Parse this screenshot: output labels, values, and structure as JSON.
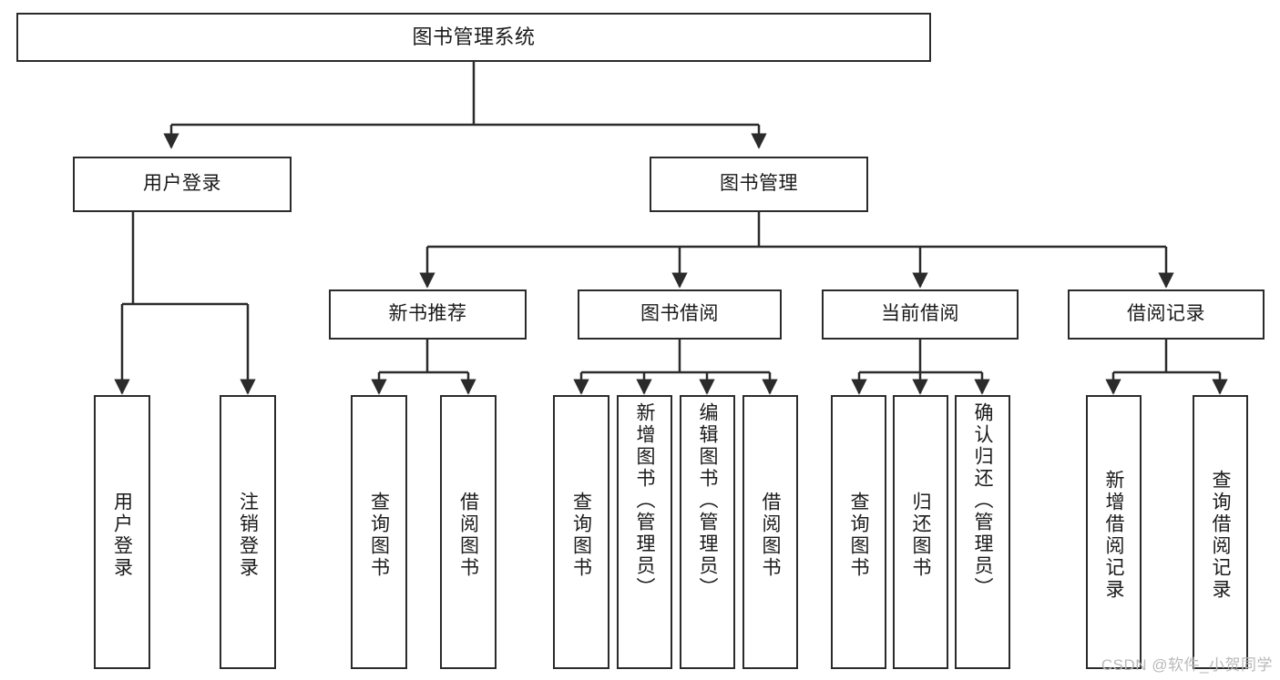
{
  "diagram": {
    "type": "tree",
    "title": "图书管理系统",
    "orientation": "top-down",
    "colors": {
      "background": "#ffffff",
      "node_border": "#2b2b2b",
      "node_fill": "#ffffff",
      "edge": "#2b2b2b",
      "text": "#1a1a1a",
      "watermark": "#b9b9b9"
    },
    "watermark": "CSDN @软件_小贺同学"
  },
  "nodes": {
    "root": {
      "label": "图书管理系统",
      "level": 0,
      "text_direction": "horizontal"
    },
    "level1": [
      {
        "id": "user-login",
        "label": "用户登录",
        "text_direction": "horizontal"
      },
      {
        "id": "book-manage",
        "label": "图书管理",
        "text_direction": "horizontal"
      }
    ],
    "level2": [
      {
        "id": "new-book-recommend",
        "label": "新书推荐",
        "parent": "book-manage",
        "text_direction": "horizontal"
      },
      {
        "id": "book-borrow",
        "label": "图书借阅",
        "parent": "book-manage",
        "text_direction": "horizontal"
      },
      {
        "id": "current-borrow",
        "label": "当前借阅",
        "parent": "book-manage",
        "text_direction": "horizontal"
      },
      {
        "id": "borrow-record",
        "label": "借阅记录",
        "parent": "book-manage",
        "text_direction": "horizontal"
      }
    ],
    "leaves": [
      {
        "id": "leaf-user-login",
        "label": "用户登录",
        "parent": "user-login",
        "text_direction": "vertical"
      },
      {
        "id": "leaf-user-logout",
        "label": "注销登录",
        "parent": "user-login",
        "text_direction": "vertical"
      },
      {
        "id": "leaf-query-book-1",
        "label": "查询图书",
        "parent": "new-book-recommend",
        "text_direction": "vertical"
      },
      {
        "id": "leaf-borrow-book-1",
        "label": "借阅图书",
        "parent": "new-book-recommend",
        "text_direction": "vertical"
      },
      {
        "id": "leaf-query-book-2",
        "label": "查询图书",
        "parent": "book-borrow",
        "text_direction": "vertical"
      },
      {
        "id": "leaf-add-book",
        "label": "新增图书（管理员）",
        "parent": "book-borrow",
        "text_direction": "vertical"
      },
      {
        "id": "leaf-edit-book",
        "label": "编辑图书（管理员）",
        "parent": "book-borrow",
        "text_direction": "vertical"
      },
      {
        "id": "leaf-borrow-book-2",
        "label": "借阅图书",
        "parent": "book-borrow",
        "text_direction": "vertical"
      },
      {
        "id": "leaf-query-book-3",
        "label": "查询图书",
        "parent": "current-borrow",
        "text_direction": "vertical"
      },
      {
        "id": "leaf-return-book",
        "label": "归还图书",
        "parent": "current-borrow",
        "text_direction": "vertical"
      },
      {
        "id": "leaf-confirm-return",
        "label": "确认归还（管理员）",
        "parent": "current-borrow",
        "text_direction": "vertical"
      },
      {
        "id": "leaf-add-record",
        "label": "新增借阅记录",
        "parent": "borrow-record",
        "text_direction": "vertical"
      },
      {
        "id": "leaf-query-record",
        "label": "查询借阅记录",
        "parent": "borrow-record",
        "text_direction": "vertical"
      }
    ]
  }
}
